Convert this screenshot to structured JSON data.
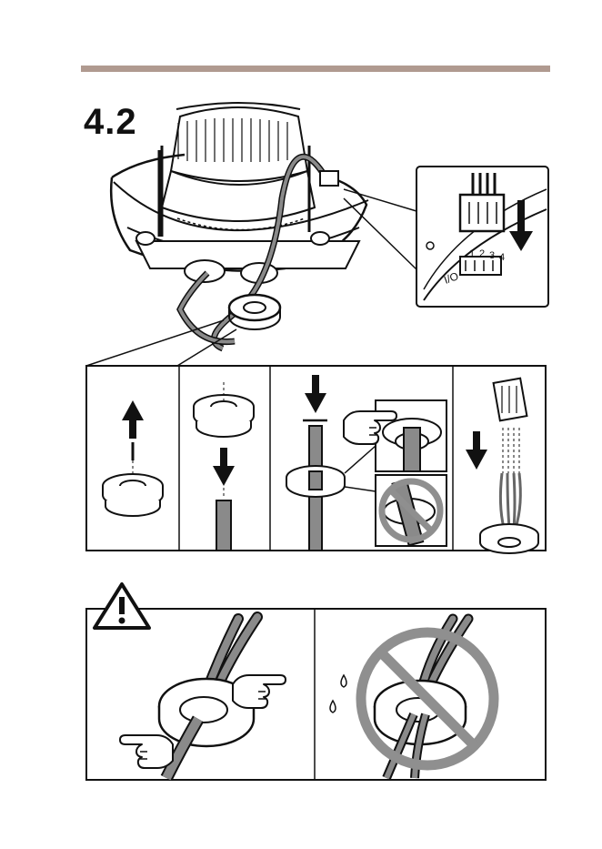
{
  "step": {
    "number": "4.2"
  },
  "colors": {
    "rule": "#b09a90",
    "line": "#111111",
    "cable": "#8a8a8a",
    "prohibit": "#8f8f8f"
  },
  "connector_detail": {
    "pin_labels": [
      "1",
      "2",
      "3",
      "4"
    ],
    "port_label": "I/O"
  },
  "icons": [
    "arrow-up-icon",
    "arrow-down-icon",
    "pointing-hand-icon",
    "prohibited-icon",
    "warning-icon",
    "water-drop-icon"
  ]
}
